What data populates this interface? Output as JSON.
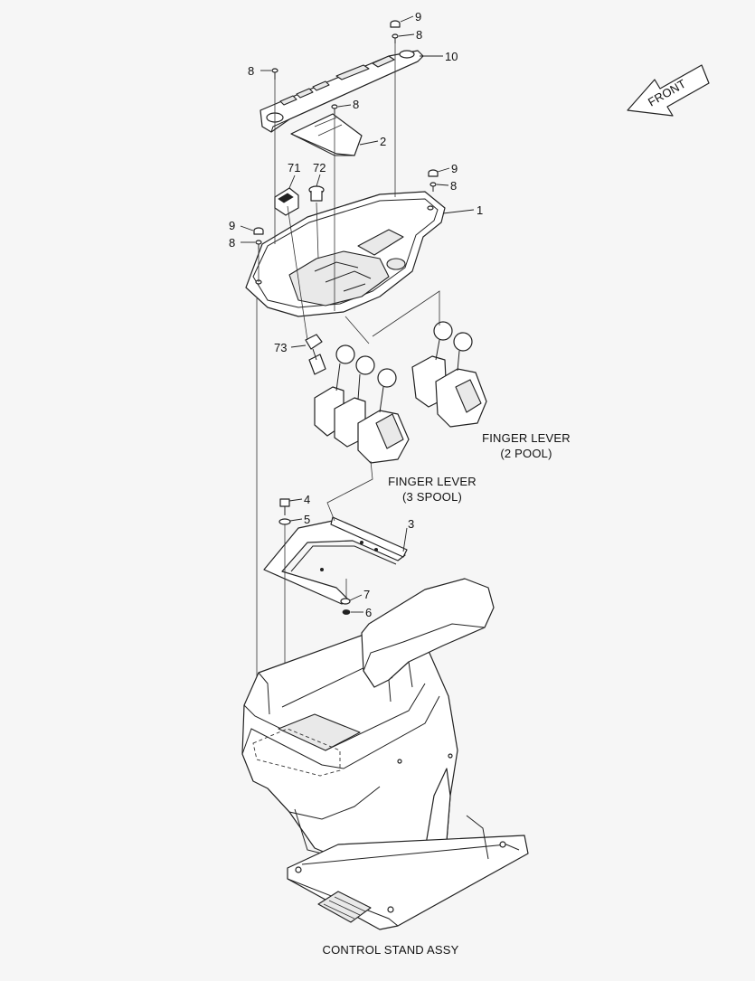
{
  "callouts": {
    "c9a": "9",
    "c8a": "8",
    "c10": "10",
    "c8b": "8",
    "c8c": "8",
    "c2": "2",
    "c71": "71",
    "c72": "72",
    "c9b": "9",
    "c8d": "8",
    "c1": "1",
    "c9c": "9",
    "c8e": "8",
    "c73": "73",
    "c4": "4",
    "c5": "5",
    "c3": "3",
    "c7": "7",
    "c6": "6"
  },
  "labels": {
    "finger_lever_2_line1": "FINGER LEVER",
    "finger_lever_2_line2": "(2 POOL)",
    "finger_lever_3_line1": "FINGER LEVER",
    "finger_lever_3_line2": "(3 SPOOL)",
    "front_arrow": "FRONT",
    "caption": "CONTROL STAND ASSY"
  }
}
